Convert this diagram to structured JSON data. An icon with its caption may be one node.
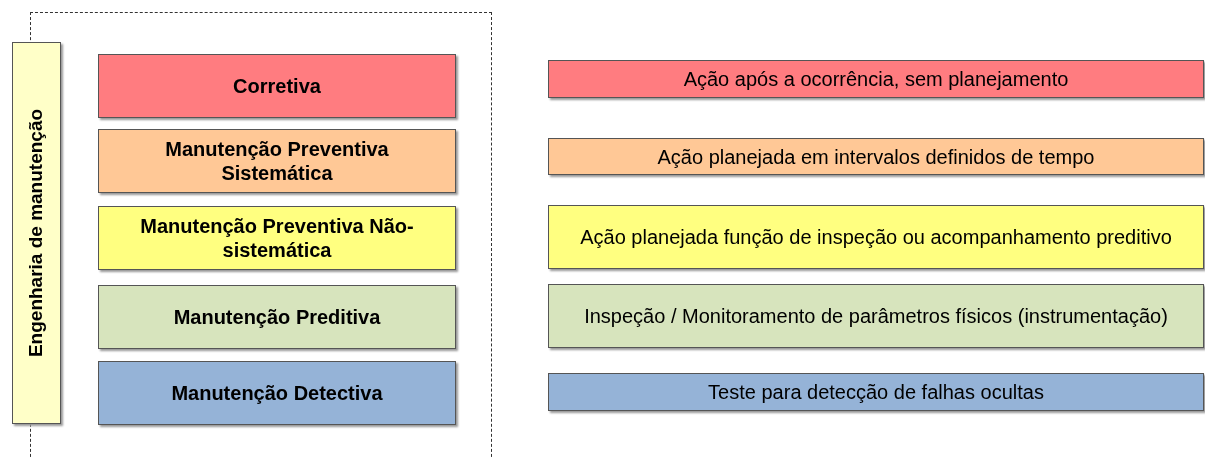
{
  "diagram": {
    "nodes": [
      {
        "text": [],
        "shape": "box"
      },
      {
        "text": [
          "Engenharia de manutenção"
        ]
      },
      {
        "text": [
          "Corretiva"
        ],
        "in": 0
      },
      {
        "text": [
          "Manutenção Preventiva Sistemática"
        ],
        "in": 0
      },
      {
        "text": [
          "Manutenção Preventiva Não-sistemática"
        ],
        "in": 0
      },
      {
        "text": [
          "Manutenção Preditiva"
        ],
        "in": 0
      },
      {
        "text": [
          "Manutenção Detectiva"
        ],
        "in": 0
      },
      {
        "text": [
          "Ação após a ocorrência, sem planejamento"
        ]
      },
      {
        "text": [
          "Ação planejada em intervalos definidos de tempo"
        ]
      },
      {
        "text": [
          "Ação planejada função de inspeção ou acompanhamento preditivo"
        ]
      },
      {
        "text": [
          "Inspeção / Monitoramento de parâmetros físicos (instrumentação)"
        ]
      },
      {
        "text": [
          "Teste para detecção de falhas ocultas"
        ]
      }
    ],
    "edges": []
  }
}
